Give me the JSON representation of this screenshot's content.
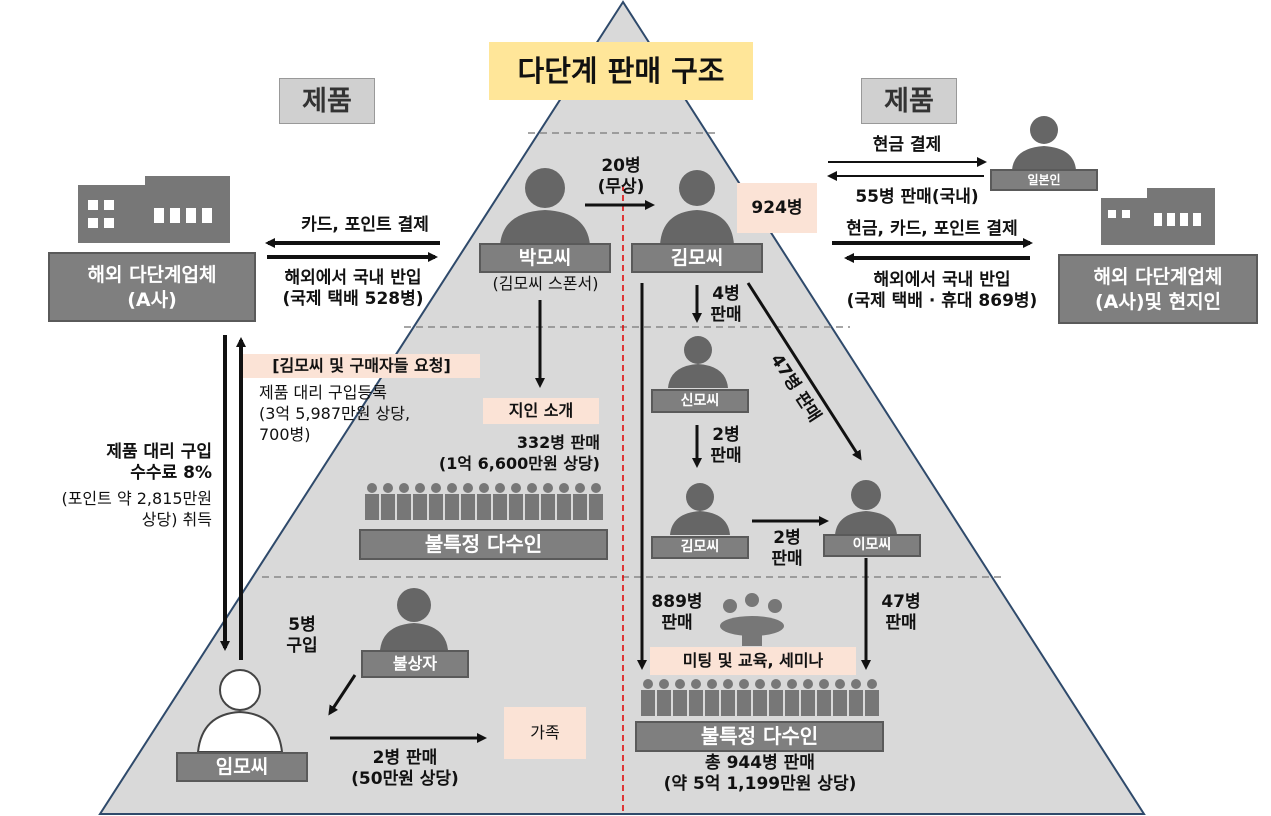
{
  "title": "다단계 판매 구조",
  "product_left": "제품",
  "product_right": "제품",
  "left_company": "해외 다단계업체\n(A사)",
  "right_company": "해외 다단계업체\n(A사)및 현지인",
  "japanese": "일본인",
  "left_arrow_top": "카드, 포인트 결제",
  "left_arrow_bottom": "해외에서 국내 반입\n(국제 택배 528병)",
  "right_cash": "현금 결제",
  "right_55": "55병 판매(국내)",
  "right_pay": "현금, 카드, 포인트 결제",
  "right_import": "해외에서 국내 반입\n(국제 택배 · 휴대 869병)",
  "park": "박모씨",
  "park_sub": "(김모씨 스폰서)",
  "kim": "김모씨",
  "kim_count": "924병",
  "free20": "20병\n(무상)",
  "request": "[김모씨 및 구매자들 요청]",
  "proxy_reg": "제품 대리 구입등록\n(3억 5,987만원 상당,\n700병)",
  "commission": "제품 대리 구입\n수수료 8%",
  "commission2": "(포인트 약 2,815만원\n상당) 취득",
  "intro": "지인 소개",
  "intro_sales": "332병 판매\n(1억 6,600만원 상당)",
  "crowd_left": "불특정 다수인",
  "sales4": "4병\n판매",
  "shin": "신모씨",
  "sales47_diag": "47병 판매",
  "sales2a": "2병\n판매",
  "kim2": "김모씨",
  "sales2b": "2병\n판매",
  "lee": "이모씨",
  "sales889": "889병\n판매",
  "sales47": "47병\n판매",
  "meeting": "미팅 및 교육, 세미나",
  "crowd_right": "불특정 다수인",
  "total": "총 944병 판매\n(약 5억 1,199만원 상당)",
  "buy5": "5병\n구입",
  "bulsang": "불상자",
  "lim": "임모씨",
  "sales_family": "2병 판매\n(50만원 상당)",
  "family": "가족",
  "colors": {
    "pyramid": "#d9d9d9",
    "title_bg": "#ffe699",
    "label_bg": "#fbe3d6",
    "box_gray": "#7f7f7f",
    "divider_red": "#e00000"
  }
}
